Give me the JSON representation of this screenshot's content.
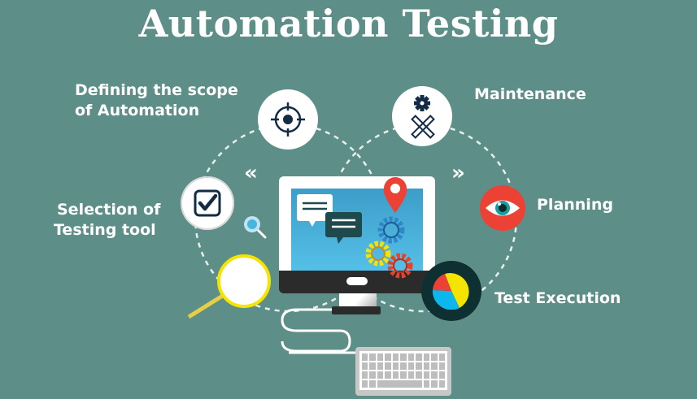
{
  "title": "Automation Testing",
  "steps": [
    {
      "label_line1": "Defining the scope",
      "label_line2": "of Automation",
      "icon": "target-icon"
    },
    {
      "label": "Maintenance",
      "icon": "gear-ruler-pencil-icon"
    },
    {
      "label_line1": "Selection of",
      "label_line2": "Testing tool",
      "icon": "checkbox-icon"
    },
    {
      "label": "Planning",
      "icon": "eye-icon"
    },
    {
      "label": "Test Execution",
      "icon": "pie-chart-icon"
    }
  ],
  "arrows": {
    "left": "«",
    "right": "»"
  },
  "colors": {
    "background": "#5e8e88",
    "dark_navy": "#142b45",
    "red": "#ec4236",
    "yellow": "#f5e400",
    "sky": "#4fb6df",
    "dark_teal": "#0f3032"
  }
}
